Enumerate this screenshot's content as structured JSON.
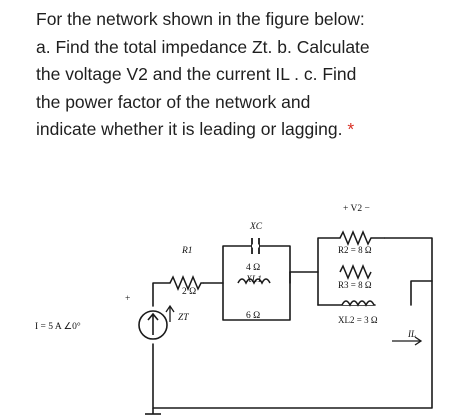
{
  "question": {
    "line1": "For the network shown in the figure below:",
    "line2": "a. Find the total impedance Zt. b. Calculate",
    "line3": "the voltage V2 and the current IL . c. Find",
    "line4": "the power factor of the network and",
    "line5": "indicate whether it is leading or lagging.",
    "required_marker": "*"
  },
  "circuit": {
    "source_label": "I = 5 A ∠0°",
    "source_plus": "+",
    "zt_label": "ZT",
    "r1_name": "R1",
    "r1_value": "2 Ω",
    "xc_name": "XC",
    "xc_value": "4 Ω",
    "xl1_name": "XL1",
    "xl1_value": "6 Ω",
    "v2_label": "+ V2 −",
    "r2_label": "R2 = 8 Ω",
    "r3_label": "R3 = 8 Ω",
    "xl2_label": "XL2 = 3 Ω",
    "il_label": "IL",
    "icons": {
      "current_source": "current-source-icon",
      "ground": "ground-icon",
      "resistor": "resistor-icon",
      "capacitor": "capacitor-icon",
      "inductor": "inductor-icon"
    }
  }
}
